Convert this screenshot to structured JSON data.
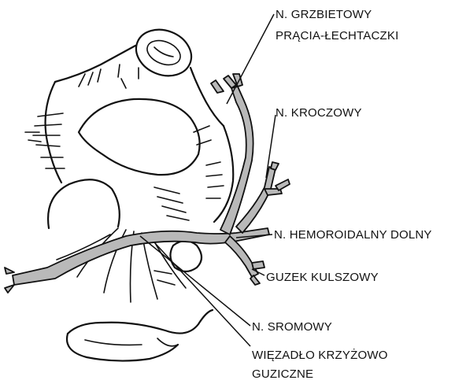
{
  "labels": {
    "dorsal_nerve_l1": "N. GRZBIETOWY",
    "dorsal_nerve_l2": "PRĄCIA-ŁECHTACZKI",
    "perineal_nerve": "N. KROCZOWY",
    "inferior_rectal_nerve": "N. HEMOROIDALNY DOLNY",
    "ischial_tuberosity": "GUZEK KULSZOWY",
    "pudendal_nerve": "N. SROMOWY",
    "sacrotuberous_ligament_l1": "WIĘZADŁO KRZYŻOWO",
    "sacrotuberous_ligament_l2": "GUZICZNE"
  },
  "colors": {
    "ink": "#111111",
    "nerve_fill": "#b9b9b9",
    "background": "#ffffff"
  }
}
